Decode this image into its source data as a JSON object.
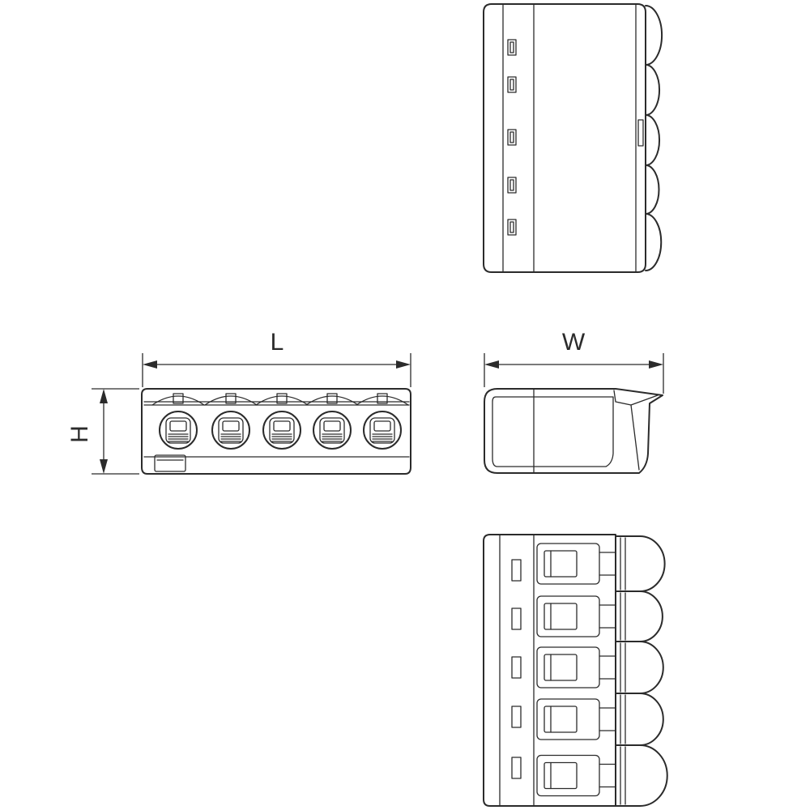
{
  "dimensions": {
    "length_label": "L",
    "width_label": "W",
    "height_label": "H"
  },
  "colors": {
    "line": "#2b2b2b",
    "background": "#ffffff"
  },
  "views": {
    "top_view_slots": 5,
    "front_view_ports": 5,
    "bottom_view_levers": 5
  }
}
